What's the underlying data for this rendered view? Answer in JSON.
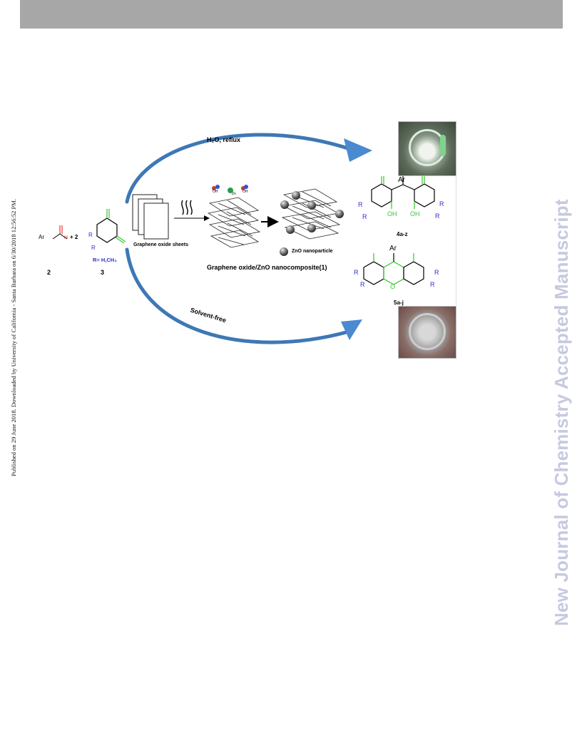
{
  "watermarks": {
    "left": "Published on 29 June 2018. Downloaded by University of California - Santa Barbara on 6/30/2018 12:56:52 PM.",
    "right": "New Journal of Chemistry Accepted Manuscript"
  },
  "scheme": {
    "top_condition": "H₂O, reflux",
    "bottom_condition": "Solvent-free",
    "reactant_aldehyde_label": "Ar",
    "reactant_aldehyde_h": "H",
    "reactant_plus": "+ 2",
    "reactant_aldehyde_number": "2",
    "reactant_dione_r_top": "R",
    "reactant_dione_r_bottom": "R",
    "reactant_dione_r_def": "R= H,CH₃",
    "reactant_dione_number": "3",
    "graphene_label": "Graphene oxide sheets",
    "nanocomposite_label": "Graphene oxide/ZnO nanocomposite(1)",
    "zno_legend": "ZnO nanoparticle",
    "oh_label": "OH",
    "zn_label": "Zn",
    "product_bis": {
      "ar": "Ar",
      "oh_left": "OH",
      "oh_right": "OH",
      "r_labels": [
        "R",
        "R",
        "R",
        "R"
      ],
      "label": "4a-z"
    },
    "product_xanthene": {
      "ar": "Ar",
      "o": "O",
      "r_labels": [
        "R",
        "R",
        "R",
        "R"
      ],
      "label": "5a-j"
    },
    "colors": {
      "arrow_blue": "#3d78b5",
      "carbonyl_red": "#e8342d",
      "ring_green": "#35c72c",
      "r_blue": "#2e2ed1"
    }
  }
}
